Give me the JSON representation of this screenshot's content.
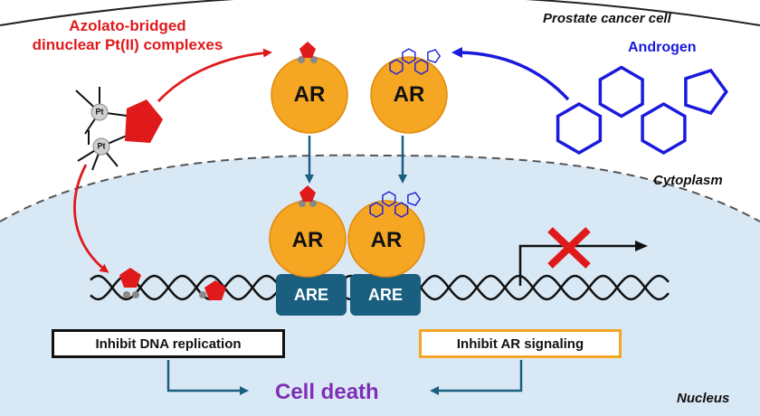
{
  "title": "Azolato-bridged dinuclear Pt(II) complexes",
  "title_lines": [
    "Azolato-bridged",
    "dinuclear Pt(II) complexes"
  ],
  "labels": {
    "prostate_cell": "Prostate cancer cell",
    "androgen": "Androgen",
    "cytoplasm": "Cytoplasm",
    "nucleus": "Nucleus",
    "ar": "AR",
    "are": "ARE",
    "pt": "Pt",
    "inhibit_dna": "Inhibit DNA replication",
    "inhibit_ar": "Inhibit AR signaling",
    "cell_death": "Cell death"
  },
  "colors": {
    "red": "#e0191b",
    "blue": "#1a1adc",
    "ar_orange": "#f5a623",
    "are_teal": "#1b5f80",
    "nucleus_fill": "#d9e8f5",
    "cell_death": "#7f2fb5",
    "orange_border": "#f4a623"
  }
}
